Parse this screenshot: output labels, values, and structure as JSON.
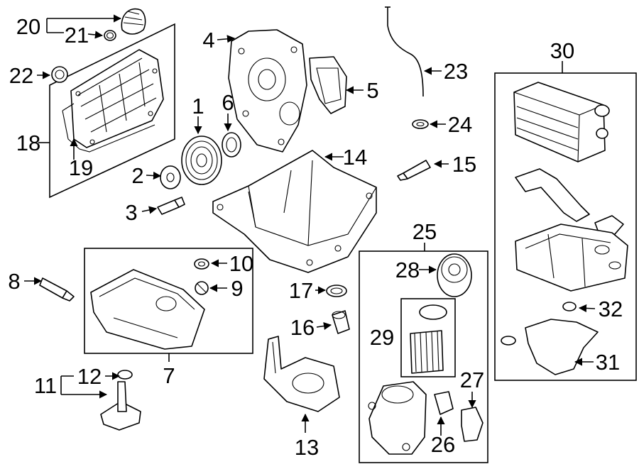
{
  "diagram": {
    "callouts": {
      "c1": "1",
      "c2": "2",
      "c3": "3",
      "c4": "4",
      "c5": "5",
      "c6": "6",
      "c7": "7",
      "c8": "8",
      "c9": "9",
      "c10": "10",
      "c11": "11",
      "c12": "12",
      "c13": "13",
      "c14": "14",
      "c15": "15",
      "c16": "16",
      "c17": "17",
      "c18": "18",
      "c19": "19",
      "c20": "20",
      "c21": "21",
      "c22": "22",
      "c23": "23",
      "c24": "24",
      "c25": "25",
      "c26": "26",
      "c27": "27",
      "c28": "28",
      "c29": "29",
      "c30": "30",
      "c31": "31",
      "c32": "32"
    }
  }
}
